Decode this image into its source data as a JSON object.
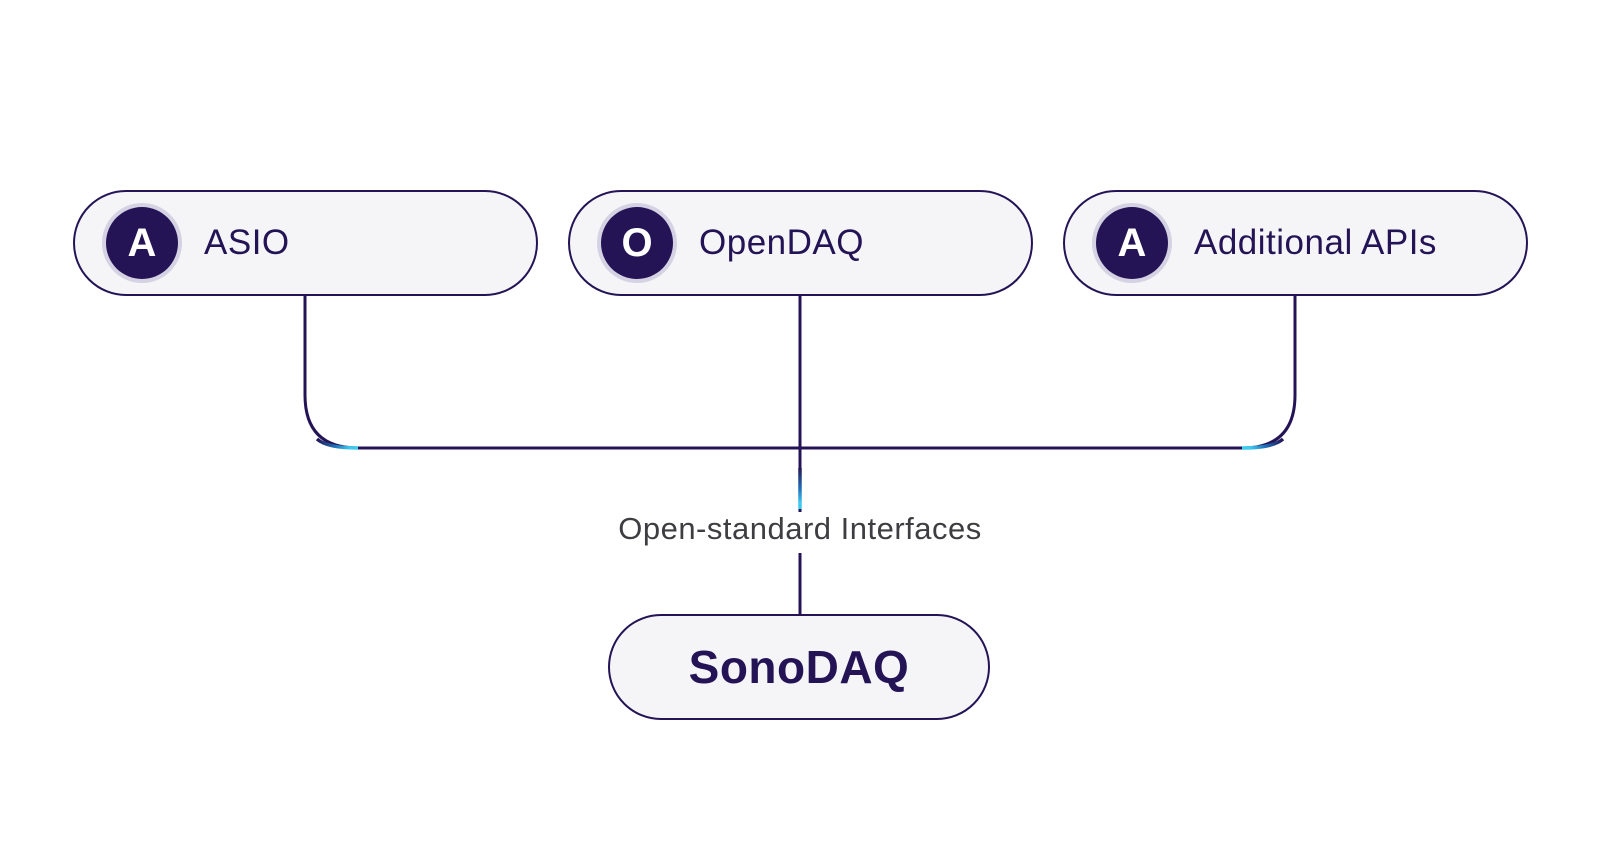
{
  "theme": {
    "background": "#ffffff",
    "ink": "#241456",
    "pill_fill": "#f5f5f7",
    "accent_cyan": "#3ec9ef",
    "accent_blue": "#1f6fb8",
    "label_color": "#3d3d42"
  },
  "nodes": {
    "top": [
      {
        "label": "ASIO",
        "icon": "A"
      },
      {
        "label": "OpenDAQ",
        "icon": "O"
      },
      {
        "label": "Additional APIs",
        "icon": "A"
      }
    ],
    "bottom": {
      "label": "SonoDAQ"
    }
  },
  "connector": {
    "label": "Open-standard Interfaces"
  }
}
